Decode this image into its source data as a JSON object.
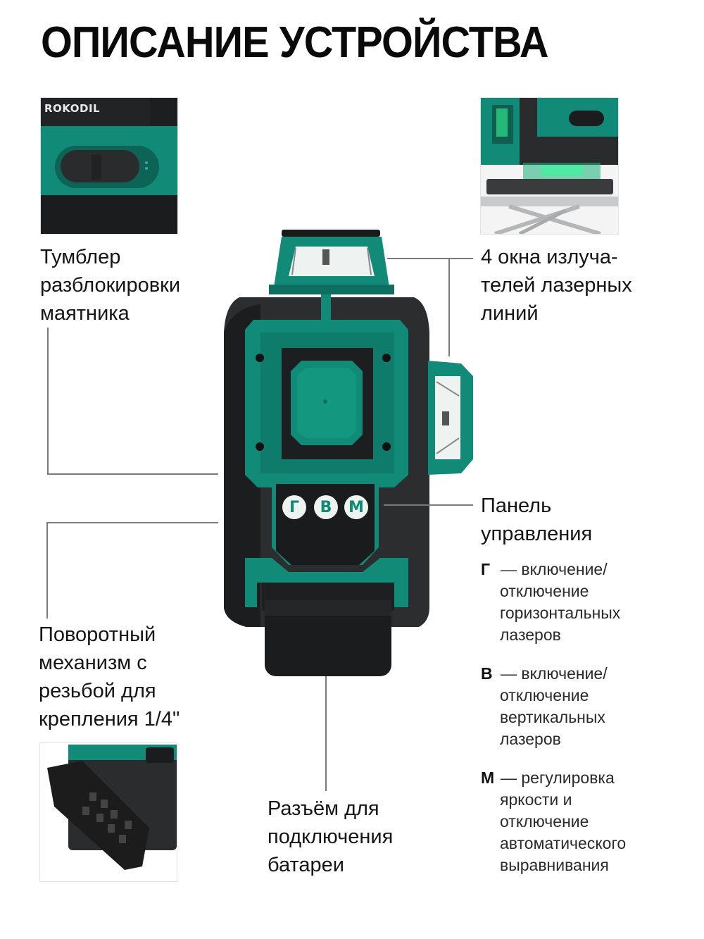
{
  "header": {
    "title": "ОПИСАНИЕ УСТРОЙСТВА"
  },
  "colors": {
    "accent_teal": "#119a86",
    "accent_teal_dark": "#0b6e60",
    "body_dark": "#2b2b2d",
    "body_black": "#151517",
    "text": "#151515",
    "leader_line": "#7a7a7a"
  },
  "inset_photos": {
    "pendulum_switch": {
      "brand_text": "ROKODIL"
    },
    "laser_windows": {},
    "rotary_mount": {}
  },
  "device": {
    "buttons": [
      {
        "letter": "Г",
        "icon": "horizontal-laser-icon"
      },
      {
        "letter": "В",
        "icon": "vertical-laser-icon"
      },
      {
        "letter": "М",
        "icon": "mode-icon"
      }
    ]
  },
  "callouts": {
    "pendulum_switch": {
      "lines": [
        "Тумблер",
        "разблокировки",
        "маятника"
      ]
    },
    "laser_windows": {
      "lines": [
        "4 окна излуча-",
        "телей лазерных",
        "линий"
      ]
    },
    "control_panel": {
      "lines": [
        "Панель",
        "управления"
      ],
      "items": [
        {
          "key": "Г",
          "lines": [
            "— включение/",
            "отключение",
            "горизонтальных",
            "лазеров"
          ]
        },
        {
          "key": "В",
          "lines": [
            "— включение/",
            "отключение",
            "вертикальных",
            "лазеров"
          ]
        },
        {
          "key": "М",
          "lines": [
            "— регулировка",
            "яркости и",
            "отключение",
            "автоматического",
            "выравнивания"
          ]
        }
      ]
    },
    "rotary_mount": {
      "lines": [
        "Поворотный",
        "механизм с",
        "резьбой для",
        "крепления 1/4\""
      ]
    },
    "battery_connector": {
      "lines": [
        "Разъём для",
        "подключения",
        "батареи"
      ]
    }
  }
}
